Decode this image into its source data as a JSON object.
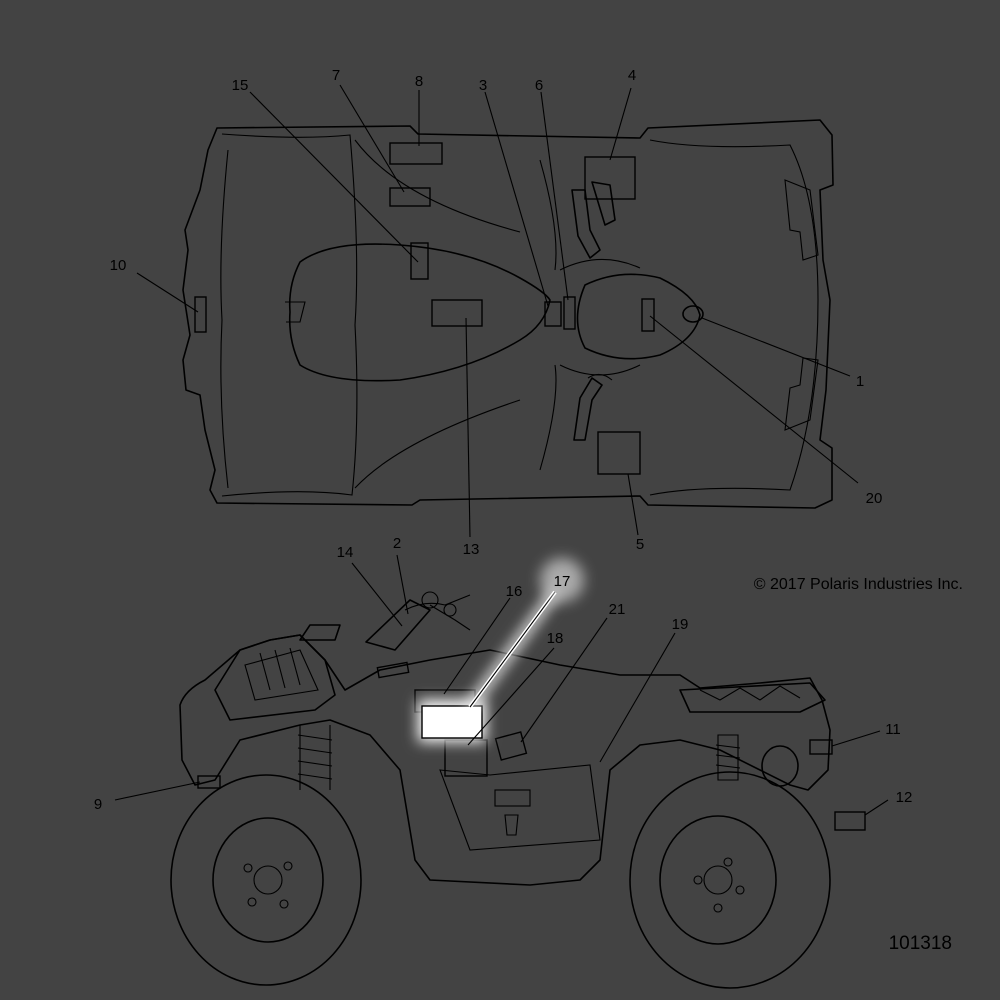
{
  "diagram": {
    "copyright": "© 2017 Polaris Industries Inc.",
    "drawing_number": "101318",
    "highlighted_callout": "17",
    "callouts": {
      "c1": "1",
      "c2": "2",
      "c3": "3",
      "c4": "4",
      "c5": "5",
      "c6": "6",
      "c7": "7",
      "c8": "8",
      "c9": "9",
      "c10": "10",
      "c11": "11",
      "c12": "12",
      "c13": "13",
      "c14": "14",
      "c15": "15",
      "c16": "16",
      "c17": "17",
      "c18": "18",
      "c19": "19",
      "c20": "20",
      "c21": "21"
    },
    "colors": {
      "background": "#434343",
      "line": "#000000",
      "highlight": "#ffffff"
    }
  }
}
